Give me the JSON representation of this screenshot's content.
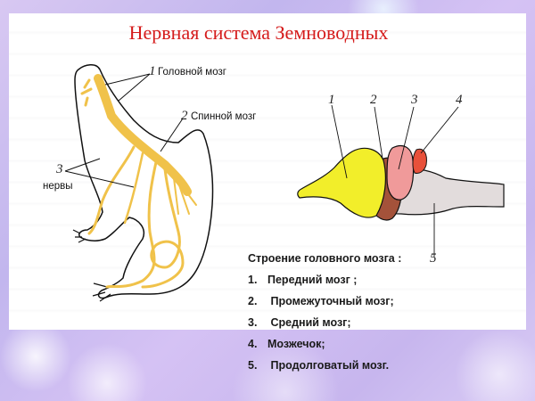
{
  "title": "Нервная система Земноводных",
  "colors": {
    "title": "#d51b1b",
    "nerves": "#f0c24a",
    "forebrain": "#f2ee2a",
    "diencephalon": "#a4523a",
    "midbrain": "#f09a9a",
    "cerebellum": "#e8503a",
    "medulla": "#e2dcdc",
    "background": "#cdbff1"
  },
  "frog_diagram": {
    "labels": [
      {
        "number": "1",
        "text": "Головной мозг"
      },
      {
        "number": "2",
        "text": "Спинной мозг"
      },
      {
        "number": "3",
        "text": "нервы"
      }
    ]
  },
  "brain_diagram": {
    "labels": [
      "1",
      "2",
      "3",
      "4",
      "5"
    ]
  },
  "legend": {
    "heading": "Строение головного мозга :",
    "items": [
      {
        "number": "1.",
        "text": "Передний мозг ;"
      },
      {
        "number": "2.",
        "text": " Промежуточный мозг;"
      },
      {
        "number": "3.",
        "text": " Средний мозг;"
      },
      {
        "number": "4.",
        "text": "Мозжечок;"
      },
      {
        "number": "5.",
        "text": " Продолговатый мозг."
      }
    ]
  }
}
